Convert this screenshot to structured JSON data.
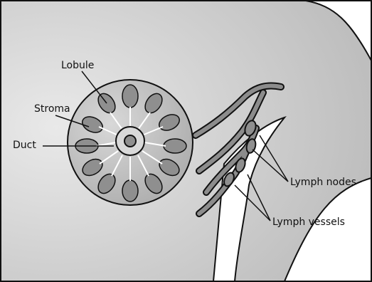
{
  "labels": {
    "lobule": "Lobule",
    "stroma": "Stroma",
    "duct": "Duct",
    "lymph_nodes": "Lymph nodes",
    "lymph_vessels": "Lymph vessels"
  },
  "colors": {
    "body_fill": "#cfcfcf",
    "gland_fill": "#bdbdbd",
    "lobule_fill": "#8f8f8f",
    "outline": "#111111"
  }
}
